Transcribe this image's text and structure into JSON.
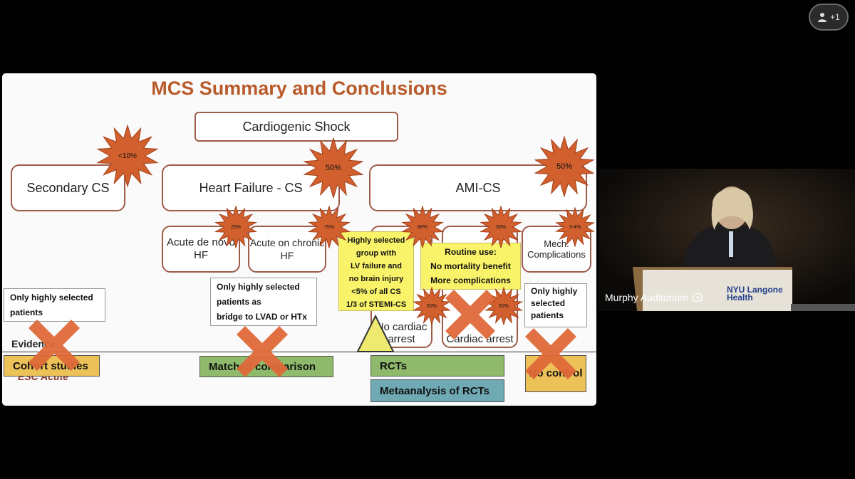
{
  "participants_count": "+1",
  "slide": {
    "title": "MCS Summary and Conclusions",
    "root": "Cardiogenic Shock",
    "categories": [
      "Secondary CS",
      "Heart Failure - CS",
      "AMI-CS"
    ],
    "category_badges": [
      "<10%",
      "50%",
      "50%"
    ],
    "hf_sub": [
      "Acute de novo HF",
      "Acute on chronic HF"
    ],
    "hf_sub_badges": [
      "25%",
      "75%"
    ],
    "ami_sub": [
      "No cardiac arrest",
      "Cardiac arrest",
      "Mech. Complications"
    ],
    "ami_sub_badges": [
      "66%",
      "30%",
      "3-4%"
    ],
    "ami_lower_badges": [
      "50%",
      "50%"
    ],
    "note_secondary": [
      "Only highly selected",
      "patients"
    ],
    "note_hf": [
      "Only highly selected",
      "patients as",
      "bridge to LVAD or HTx"
    ],
    "note_ami": [
      "Highly selected",
      "group with",
      "LV failure and",
      "no brain injury",
      "<5% of all CS",
      "1/3 of STEMI-CS"
    ],
    "note_routine": [
      "Routine use:",
      "No mortality benefit",
      "More complications"
    ],
    "note_mech": [
      "Only highly",
      "selected",
      "patients"
    ],
    "evidence_label": "Evidence",
    "source_label": "ESC Acute",
    "evidence_bars": [
      "Cohort studies",
      "Matched comparison",
      "RCTs",
      "Metaanalysis of RCTs",
      "No control"
    ],
    "colors": {
      "title": "#b85a2a",
      "star": "#d2602f",
      "x": "#e06a3a",
      "bar_orange": "#ecc158",
      "bar_green": "#8fba6b",
      "bar_blue": "#6fa9b3",
      "note_yellow": "#f9f36a"
    }
  },
  "video": {
    "room_label": "Murphy Auditorium",
    "podium_text": "NYU Langone Health",
    "icon": "share-screen-icon"
  }
}
